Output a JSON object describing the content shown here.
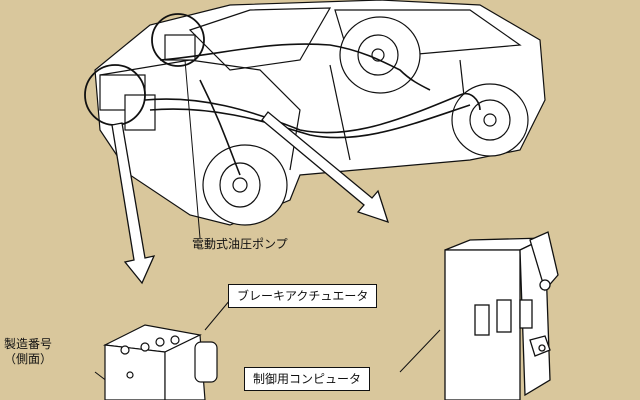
{
  "labels": {
    "pump": "電動式油圧ポンプ",
    "actuator": "ブレーキアクチュエータ",
    "computer": "制御用コンピュータ",
    "serial_line1": "製造番号",
    "serial_line2": "（側面）"
  },
  "colors": {
    "background": "#d9c79c",
    "car_fill": "#ffffff",
    "line": "#111111"
  }
}
